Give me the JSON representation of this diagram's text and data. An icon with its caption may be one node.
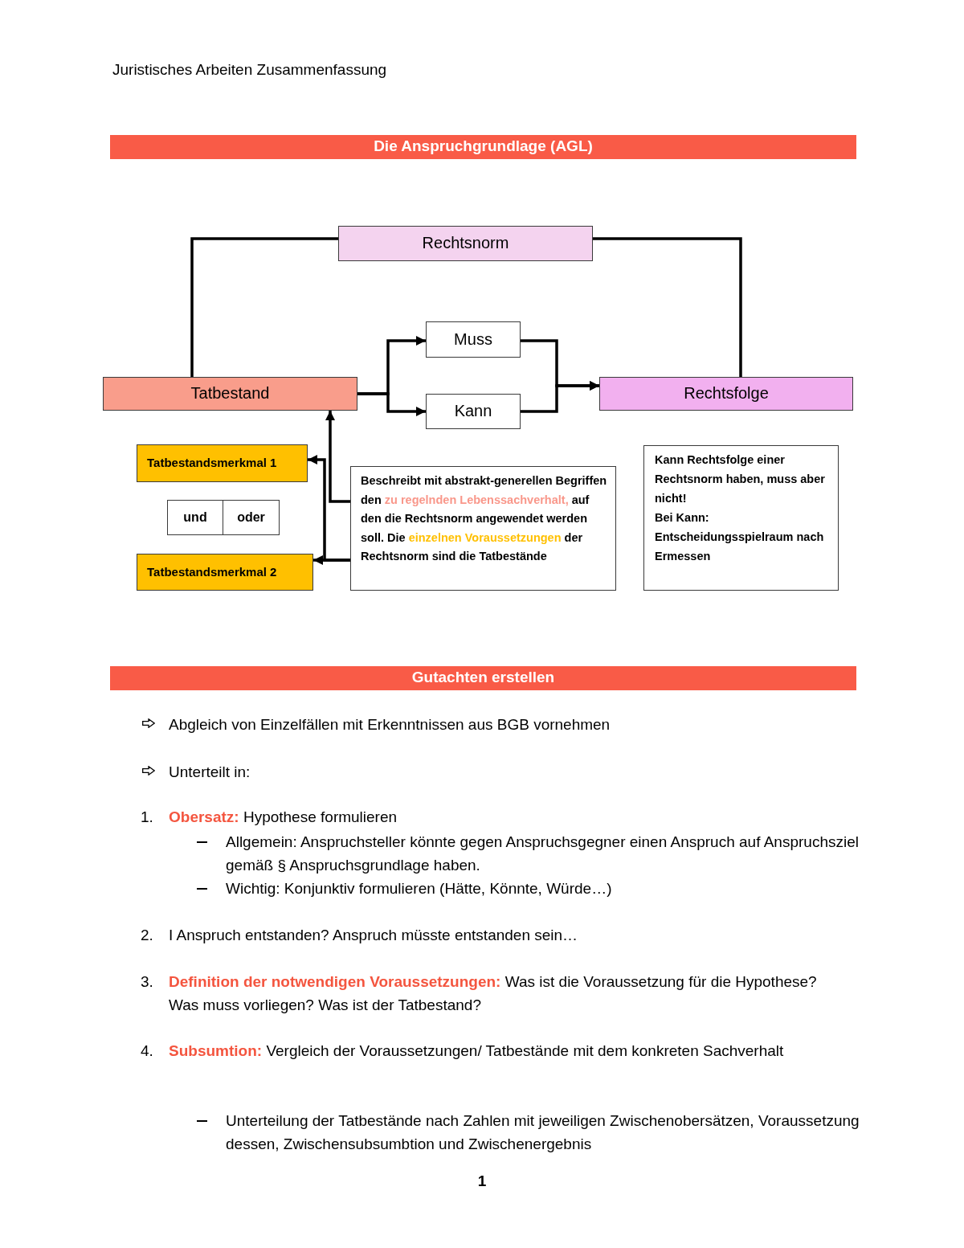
{
  "diagram": {
    "title": "Juristisches Arbeiten Zusammenfassung",
    "nodes": [
      {
        "text": [
          "Die Anspruchgrundlage (AGL)"
        ]
      },
      {
        "text": [
          "Rechtsnorm"
        ]
      },
      {
        "text": [
          "Muss"
        ]
      },
      {
        "text": [
          "Tatbestand"
        ]
      },
      {
        "text": [
          "Kann"
        ]
      },
      {
        "text": [
          "Rechtsfolge"
        ]
      },
      {
        "text": [
          "Tatbestandsmerkmal 1"
        ]
      },
      {
        "text": [
          "und"
        ]
      },
      {
        "text": [
          "oder"
        ]
      },
      {
        "text": [
          "Tatbestandsmerkmal 2"
        ]
      },
      {
        "text": [
          "Beschreibt mit abstrakt-generellen Begriffen den *zu regelnden Lebenssachverhalt,* auf den die Rechtsnorm angewendet werden soll. Die *einzelnen Voraussetzungen* der Rechtsnorm sind die Tatbestände"
        ]
      },
      {
        "text": [
          "Kann Rechtsfolge einer Rechtsnorm haben, muss aber nicht!",
          "Bei Kann: Entscheidungsspielraum nach Ermessen"
        ]
      },
      {
        "text": [
          "Gutachten erstellen"
        ]
      }
    ],
    "edges": [
      {
        "from": 1,
        "to": 3,
        "arrow": "none"
      },
      {
        "from": 1,
        "to": 5,
        "arrow": "none"
      },
      {
        "from": 3,
        "to": 2,
        "arrow": "to"
      },
      {
        "from": 3,
        "to": 4,
        "arrow": "to"
      },
      {
        "from": 2,
        "to": 5,
        "arrow": "to"
      },
      {
        "from": 4,
        "to": 5,
        "arrow": "to"
      },
      {
        "from": 10,
        "to": 3,
        "arrow": "to"
      },
      {
        "from": 10,
        "to": 6,
        "arrow": "to"
      },
      {
        "from": 10,
        "to": 9,
        "arrow": "to"
      }
    ],
    "labels": [
      "Abgleich von Einzelfällen mit Erkenntnissen aus BGB vornehmen",
      "Unterteilt in:",
      "1.",
      "**Obersatz:** Hypothese formulieren",
      "Allgemein: Anspruchsteller könnte gegen Anspruchsgegner einen Anspruch auf Anspruchsziel gemäß § Anspruchsgrundlage haben.",
      "Wichtig: Konjunktiv formulieren (Hätte, Könnte, Würde…)",
      "2.",
      "I Anspruch entstanden? Anspruch müsste entstanden sein…",
      "3.",
      "**Definition der notwendigen Voraussetzungen:** Was ist die Voraussetzung für die Hypothese? Was muss vorliegen? Was ist der Tatbestand?",
      "4.",
      "**Subsumtion:** Vergleich der Voraussetzungen/ Tatbestände mit dem konkreten Sachverhalt",
      "Unterteilung der Tatbestände nach Zahlen mit jeweiligen Zwischenobersätzen, Voraussetzung dessen, Zwischensubsumbtion und Zwischenergebnis",
      "1"
    ]
  }
}
